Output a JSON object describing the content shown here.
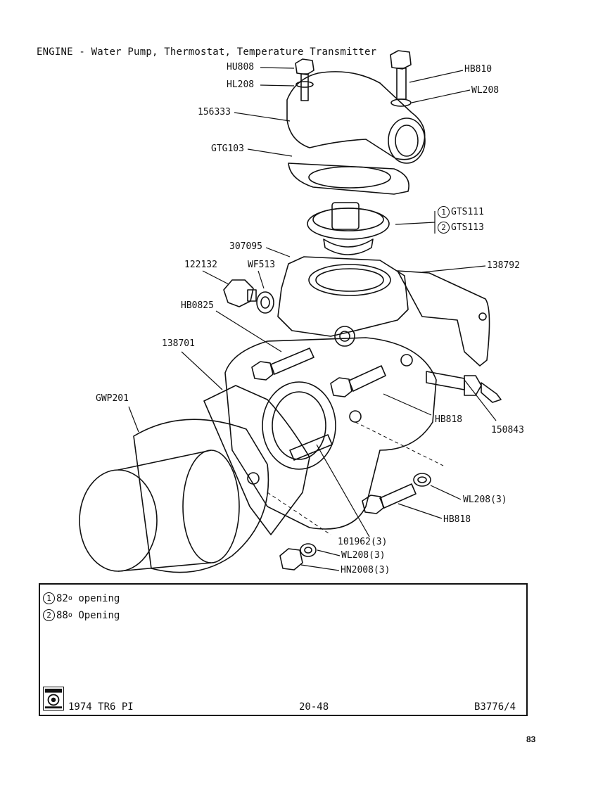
{
  "title": "ENGINE - Water Pump, Thermostat, Temperature Transmitter",
  "labels": {
    "hu808": "HU808",
    "hl208": "HL208",
    "hb810": "HB810",
    "wl208_top": "WL208",
    "p156333": "156333",
    "gtg103": "GTG103",
    "gts111": "GTS111",
    "gts113": "GTS113",
    "p307095": "307095",
    "p138792": "138792",
    "p122132": "122132",
    "wf513": "WF513",
    "hb0825": "HB0825",
    "p138701": "138701",
    "gwp201": "GWP201",
    "hb818_mid": "HB818",
    "p150843": "150843",
    "wl208_3_right": "WL208(3)",
    "hb818_low": "HB818",
    "p101962": "101962(3)",
    "wl208_3_low": "WL208(3)",
    "hn2008": "HN2008(3)"
  },
  "notes": {
    "circle1": "1",
    "circle2": "2",
    "note1_value": "82",
    "note1_deg": "o",
    "note1_text": "opening",
    "note2_value": "88",
    "note2_deg": "o",
    "note2_text": "Opening"
  },
  "footer": {
    "model": "1974 TR6 PI",
    "page_ref": "20-48",
    "plate": "B3776/4"
  },
  "page_number": "83"
}
